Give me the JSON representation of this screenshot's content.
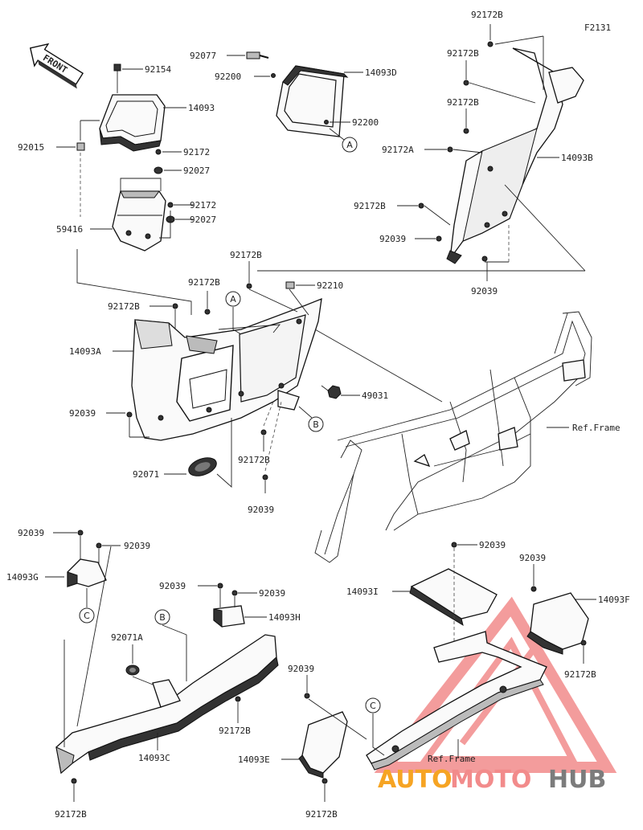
{
  "diagram_code": "F2131",
  "front_label": "FRONT",
  "ref_frame_top": "Ref.Frame",
  "ref_frame_bottom": "Ref.Frame",
  "callouts": [
    "A",
    "A",
    "B",
    "B",
    "C",
    "C"
  ],
  "watermark": {
    "part1": "AUTO",
    "part2": "MOTO",
    "part3": "HUB",
    "color1": "#f6a423",
    "color2": "#f28b8b",
    "color3": "#7c7c7c"
  },
  "labels": {
    "p92154": "92154",
    "p14093": "14093",
    "p92015": "92015",
    "p92172_a1": "92172",
    "p92027_a1": "92027",
    "p92172_a2": "92172",
    "p92027_a2": "92027",
    "p59416": "59416",
    "p92077": "92077",
    "p92200_a": "92200",
    "p14093D": "14093D",
    "p92200_b": "92200",
    "p92172B_t1": "92172B",
    "p92172B_t2": "92172B",
    "p92172B_t3": "92172B",
    "p92172A": "92172A",
    "p14093B": "14093B",
    "p92172B_t4": "92172B",
    "p92039_r1": "92039",
    "p92039_r2": "92039",
    "p92172B_m1": "92172B",
    "p92210": "92210",
    "p92172B_m2": "92172B",
    "p92172B_m3": "92172B",
    "p14093A": "14093A",
    "p49031": "49031",
    "p92039_m1": "92039",
    "p92172B_m4": "92172B",
    "p92071": "92071",
    "p92039_m2": "92039",
    "p92039_g1": "92039",
    "p92039_g2": "92039",
    "p14093G": "14093G",
    "p92039_h1": "92039",
    "p92039_h2": "92039",
    "p14093H": "14093H",
    "p92071A": "92071A",
    "p92172B_c1": "92172B",
    "p14093C": "14093C",
    "p92172B_c2": "92172B",
    "p92039_i": "92039",
    "p14093I": "14093I",
    "p92039_f": "92039",
    "p14093F": "14093F",
    "p92172B_f": "92172B",
    "p92039_e": "92039",
    "p14093E": "14093E",
    "p92172B_e": "92172B"
  }
}
